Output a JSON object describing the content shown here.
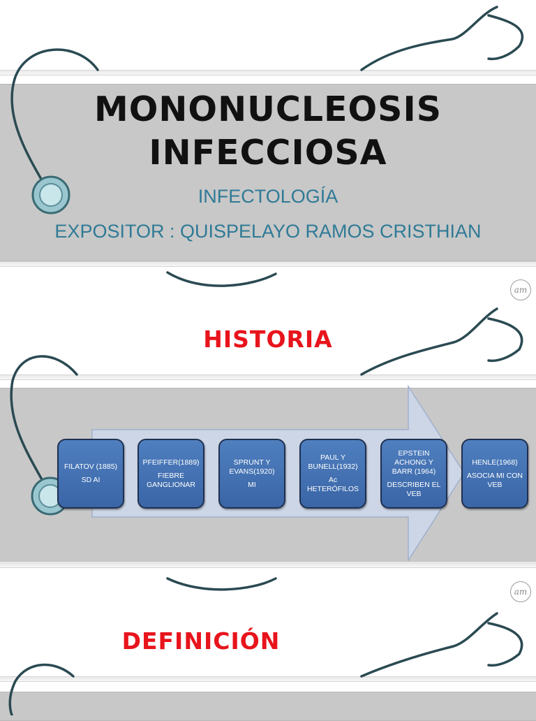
{
  "slide1": {
    "title_line1": "MONONUCLEOSIS",
    "title_line2": "INFECCIOSA",
    "subtitle": "INFECTOLOGÍA",
    "presenter": "EXPOSITOR : QUISPELAYO RAMOS CRISTHIAN"
  },
  "slide2": {
    "heading": "HISTORIA",
    "timeline": [
      {
        "name": "FILATOV (1885)",
        "desc": "SD AI"
      },
      {
        "name": "PFEIFFER(1889)",
        "desc": "FIEBRE GANGLIONAR"
      },
      {
        "name": "SPRUNT Y EVANS(1920)",
        "desc": "MI"
      },
      {
        "name": "PAUL Y BUNELL(1932)",
        "desc": "Ac HETERÓFILOS"
      },
      {
        "name": "EPSTEIN ACHONG Y BARR (1964)",
        "desc": "DESCRIBEN EL VEB"
      },
      {
        "name": "HENLE(1968)",
        "desc": "ASOCIA MI CON VEB"
      }
    ]
  },
  "slide3": {
    "heading": "DEFINICIÓN"
  },
  "logo_text": "am",
  "colors": {
    "band": "#c8c8c8",
    "subtitle_teal": "#2f7a96",
    "heading_red": "#e8141c",
    "box_blue": "#4472b4",
    "arrow": "#cdd6e6"
  }
}
